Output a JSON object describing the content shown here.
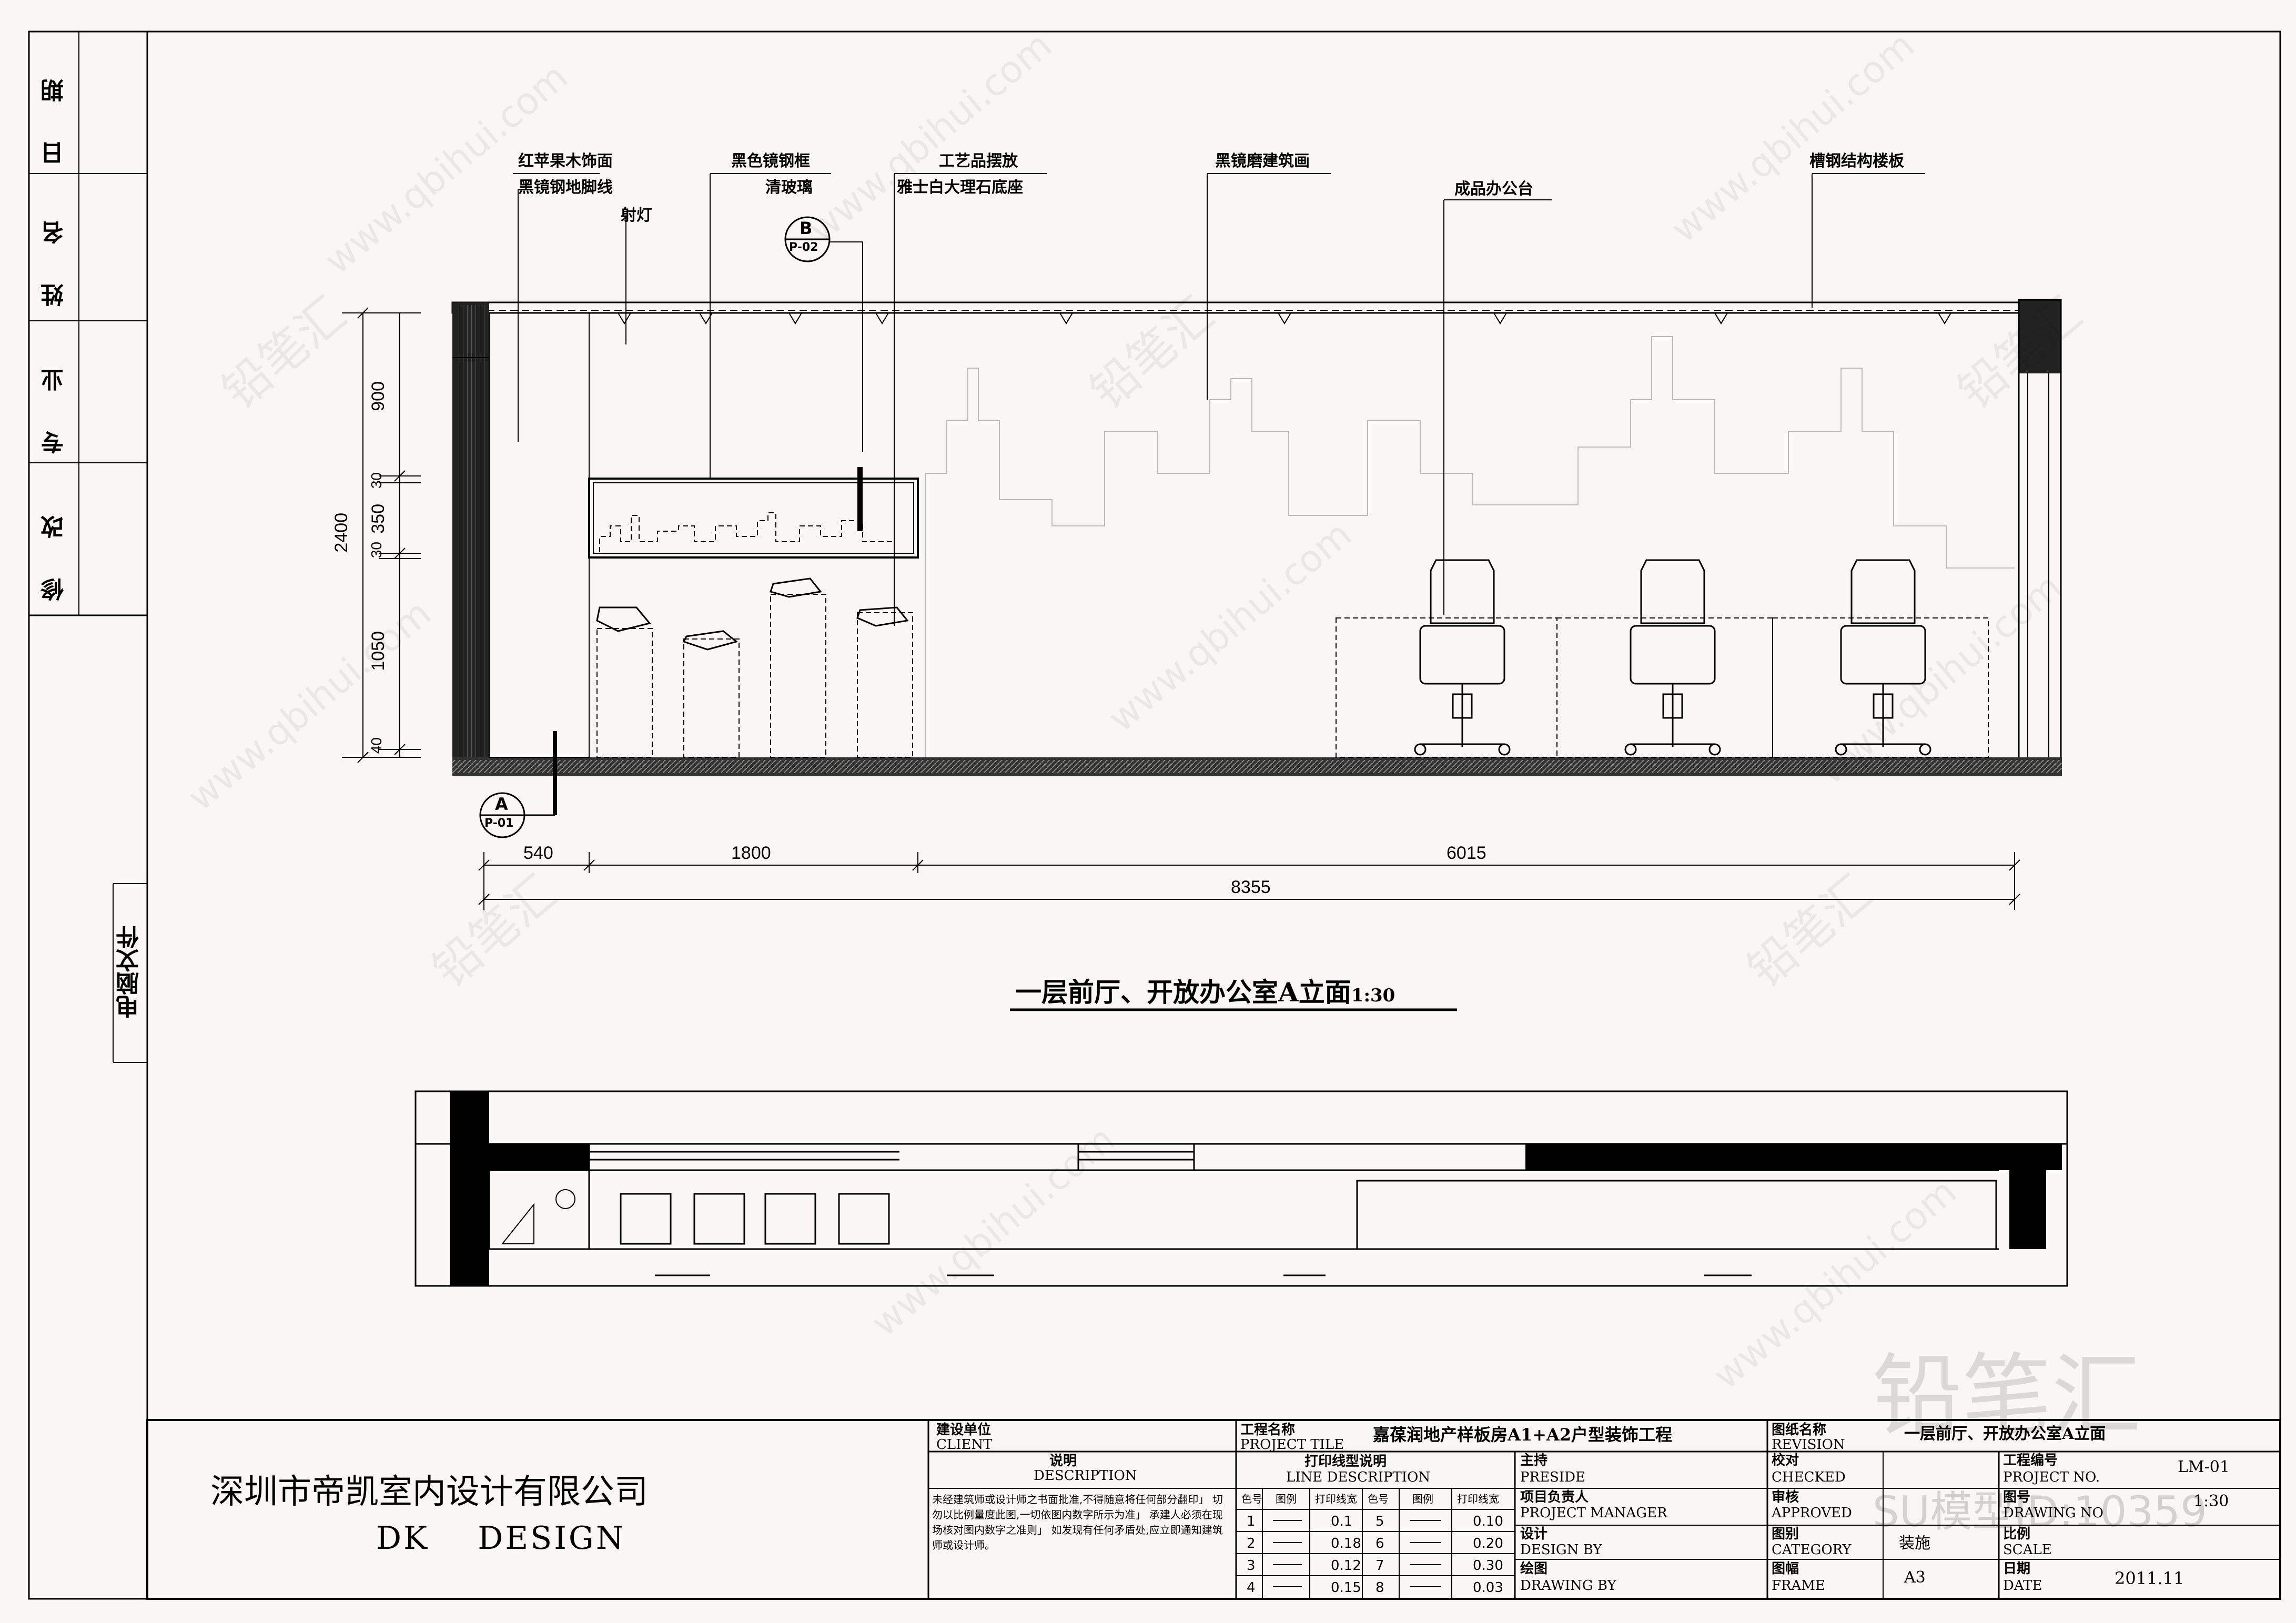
{
  "sidebar": {
    "revision_labels": [
      "日 期",
      "姓 名",
      "专 业",
      "修 改"
    ],
    "computer_file": "电脑文件"
  },
  "elevation": {
    "title": "一层前厅、开放办公室A立面",
    "scale": "1:30",
    "annotations": {
      "a1": "红苹果木饰面",
      "a2": "黑镜钢地脚线",
      "a3": "射灯",
      "a4": "黑色镜钢框",
      "a5": "清玻璃",
      "a6": "工艺品摆放",
      "a7": "雅士白大理石底座",
      "a8": "黑镜磨建筑画",
      "a9": "成品办公台",
      "a10": "槽钢结构楼板"
    },
    "section_b": {
      "letter": "B",
      "sheet": "P-02"
    },
    "section_a": {
      "letter": "A",
      "sheet": "P-01"
    },
    "vertical_dims": [
      "900",
      "30",
      "350",
      "30",
      "1050",
      "40"
    ],
    "total_height": "2400",
    "horizontal_dims": [
      "540",
      "1800",
      "6015"
    ],
    "total_width": "8355"
  },
  "title_block": {
    "company": "深圳市帝凯室内设计有限公司",
    "dk_design": "DK    DESIGN",
    "client_cn": "建设单位",
    "client_en": "CLIENT",
    "desc_cn": "说明",
    "desc_en": "DESCRIPTION",
    "desc_text": "未经建筑师或设计师之书面批准,不得随意将任何部分翻印」 切勿以比例量度此图,一切依图内数字所示为准」 承建人必须在现场核对图内数字之准则」 如发现有任何矛盾处,应立即通知建筑师或设计师。",
    "project_title_cn": "工程名称",
    "project_title_en": "PROJECT TILE",
    "project_name": "嘉葆润地产样板房A1+A2户型装饰工程",
    "line_desc_cn": "打印线型说明",
    "line_desc_en": "LINE DESCRIPTION",
    "line_headers": [
      "色号",
      "图例",
      "打印线宽",
      "色号",
      "图例",
      "打印线宽"
    ],
    "line_rows": [
      [
        "1",
        "0.1",
        "5",
        "0.10"
      ],
      [
        "2",
        "0.18",
        "6",
        "0.20"
      ],
      [
        "3",
        "0.12",
        "7",
        "0.30"
      ],
      [
        "4",
        "0.15",
        "8",
        "0.03"
      ]
    ],
    "preside_cn": "主持",
    "preside_en": "PRESIDE",
    "pm_cn": "项目负责人",
    "pm_en": "PROJECT MANAGER",
    "design_cn": "设计",
    "design_en": "DESIGN BY",
    "drawing_cn": "绘图",
    "drawing_en": "DRAWING BY",
    "revision_cn": "图纸名称",
    "revision_en": "REVISION",
    "revision_value": "一层前厅、开放办公室A立面",
    "checked_cn": "校对",
    "checked_en": "CHECKED",
    "approved_cn": "审核",
    "approved_en": "APPROVED",
    "category_cn": "图别",
    "category_en": "CATEGORY",
    "category_value": "装施",
    "frame_cn": "图幅",
    "frame_en": "FRAME",
    "frame_value": "A3",
    "project_no_cn": "工程编号",
    "project_no_en": "PROJECT NO.",
    "project_no_value": "LM-01",
    "drawing_no_cn": "图号",
    "drawing_no_en": "DRAWING NO",
    "scale_cn": "比例",
    "scale_en": "SCALE",
    "scale_value": "1:30",
    "date_cn": "日期",
    "date_en": "DATE",
    "date_value": "2011.11"
  },
  "watermark": {
    "brand": "铅笔汇",
    "url": "www.qbihui.com",
    "id_text": "SU模型ID:10359"
  }
}
